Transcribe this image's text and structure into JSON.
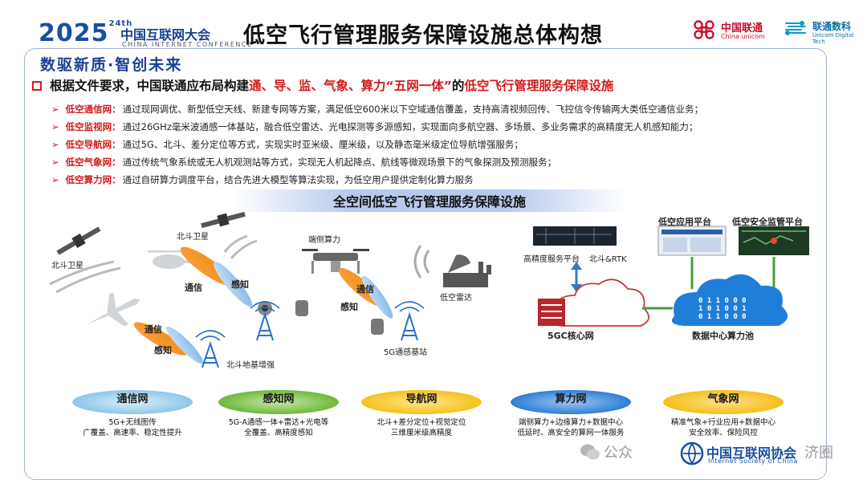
{
  "header": {
    "brand_year": "2025",
    "brand_year_sup": "24th",
    "brand_cn": "中国互联网大会",
    "brand_en": "CHINA INTERNET CONFERENCE",
    "slogan": "数驱新质·智创未来",
    "title": "低空飞行管理服务保障设施总体构想",
    "logo_unicom_cn": "中国联通",
    "logo_unicom_en": "China unicom",
    "logo_dt_cn": "联通数科",
    "logo_dt_en": "Unicom Digital Tech"
  },
  "headline": {
    "prefix": "根据文件要求，中国联通应布局构建",
    "highlight_networks": "通、导、监、气象、算力“五网一体”",
    "middle": "的",
    "highlight_facility": "低空飞行管理服务保障设施"
  },
  "bullets": [
    {
      "name": "低空通信网：",
      "text": "通过现网调优、新型低空天线、新建专网等方案，满足低空600米以下空域通信覆盖，支持高清视频回传、飞控信令传输两大类低空通信业务；"
    },
    {
      "name": "低空监视网：",
      "text": "通过26GHz毫米波通感一体基站，融合低空雷达、光电探测等多源感知，实现面向多航空器、多场景、多业务需求的高精度无人机感知能力；"
    },
    {
      "name": "低空导航网：",
      "text": "通过5G、北斗、差分定位等方式，实现实时亚米级、厘米级，以及静态毫米级定位导航增强服务；"
    },
    {
      "name": "低空气象网：",
      "text": "通过传统气象系统或无人机观测站等方式，实现无人机起降点、航线等微观场景下的气象探测及预测服务；"
    },
    {
      "name": "低空算力网：",
      "text": "通过自研算力调度平台，结合先进大模型等算法实现，为低空用户提供定制化算力服务"
    }
  ],
  "diagram": {
    "title": "全空间低空飞行管理服务保障设施",
    "labels": {
      "beidou_sat_left": "北斗卫星",
      "beidou_sat_top": "北斗卫星",
      "edge_compute": "端侧算力",
      "comm_1": "通信",
      "sense_1": "感知",
      "comm_2": "通信",
      "sense_2": "感知",
      "comm_3": "通信",
      "sense_3": "感知",
      "beidou_ground": "北斗地基增强",
      "station_5g": "5G通感基站",
      "radar": "低空雷达",
      "precision_platform": "高精度服务平台",
      "beidou_rtk": "北斗&RTK",
      "core_5gc": "5GC核心网",
      "app_platform": "低空应用平台",
      "safety_platform": "低空安全监管平台",
      "datacenter": "数据中心算力池",
      "binary": "0 1 1 0 0 0\n1 0 1 0 0 1\n0 1 1 0 0 0"
    }
  },
  "networks": [
    {
      "name": "通信网",
      "desc": [
        "5G+无线图传",
        "广覆盖、高速率、稳定性提升"
      ],
      "color": "#8fc6e8"
    },
    {
      "name": "感知网",
      "desc": [
        "5G-A通感一体+雷达+光电等",
        "全覆盖、高精度感知"
      ],
      "color": "#7fc14a"
    },
    {
      "name": "导航网",
      "desc": [
        "北斗+差分定位+视觉定位",
        "三维厘米级高精度"
      ],
      "color": "#f5c21c"
    },
    {
      "name": "算力网",
      "desc": [
        "端侧算力+边缘算力+数据中心",
        "低延时、高安全的算网一体服务"
      ],
      "color": "#2f7fd6"
    },
    {
      "name": "气象网",
      "desc": [
        "精准气象+行业应用+数据中心",
        "安全效率、保险风控"
      ],
      "color": "#f5bf1a"
    }
  ],
  "footer": {
    "watermark": "公众",
    "isc_cn": "中国互联网协会",
    "isc_en": "Internet Society of China",
    "watermark_tail": "济圈"
  },
  "colors": {
    "accent_red": "#d31b1b",
    "brand_blue": "#1a4fa0",
    "unicom_red": "#c8102e"
  }
}
